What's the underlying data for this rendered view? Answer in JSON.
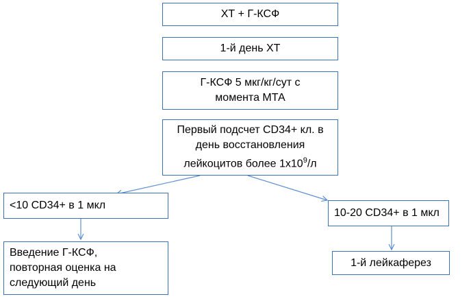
{
  "flowchart": {
    "step1": "ХТ + Г-КСФ",
    "step2": "1-й день ХТ",
    "step3": "Г-КСФ 5 мкг/кг/сут с\nмомента МТА",
    "step4": {
      "line1": "Первый подсчет CD34+ кл. в",
      "line2": "день восстановления",
      "line3_main": "лейкоцитов более 1х10",
      "line3_sup": "9",
      "line3_end": "/л"
    },
    "branch_left": {
      "condition": "<10 CD34+ в 1 мкл",
      "action": "Введение Г-КСФ,\nповторная оценка на\nследующий день"
    },
    "branch_right": {
      "condition": "10-20 CD34+ в 1 мкл",
      "action": "1-й лейкаферез"
    }
  },
  "colors": {
    "box_border": "#3a71b8",
    "arrow": "#5b8fd0"
  }
}
